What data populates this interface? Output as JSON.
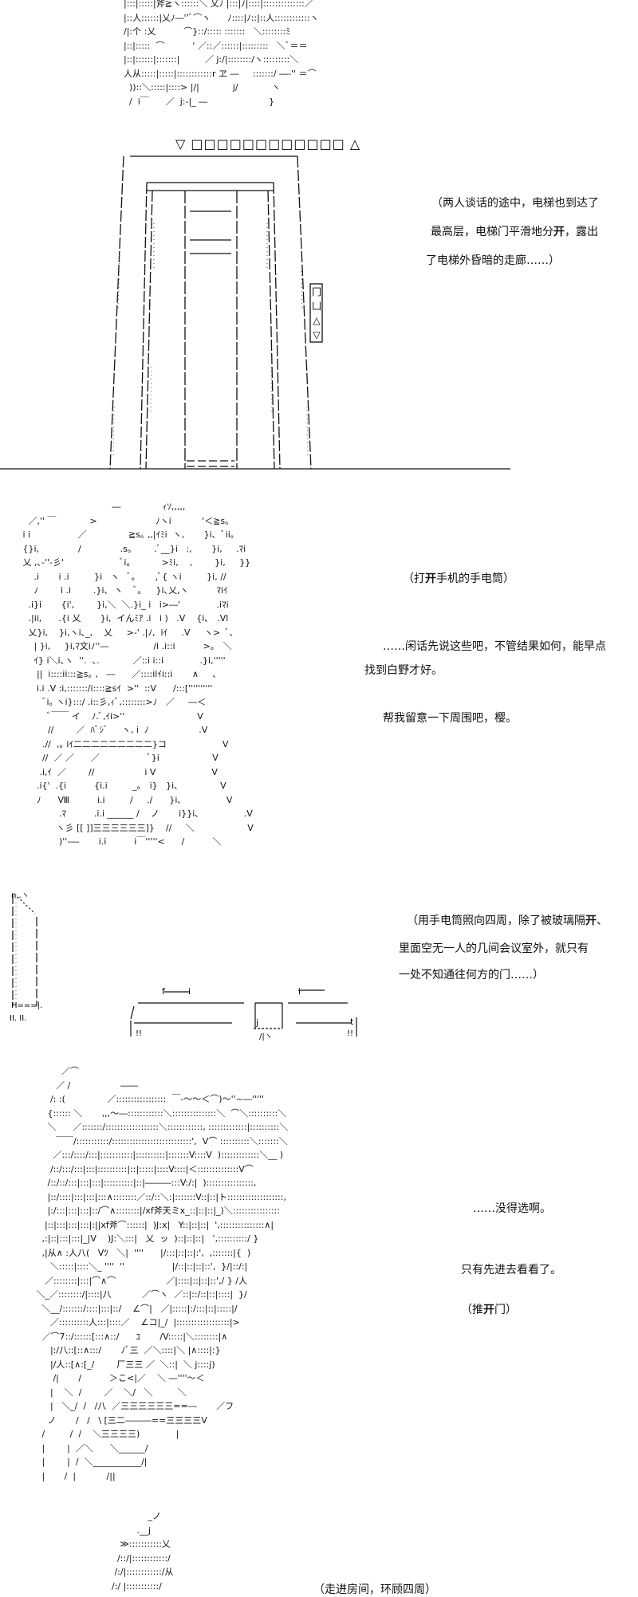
{
  "panel1": {
    "art_lines": [
      "|:::|:::::|斧≧ヽ::::::＼ 乂ﾉ |:::|ﾉ|::::|::::::::::::::／",
      "|::人::::::|乂ﾉ―''ﾞ⌒ヽ      ﾉ::::|ﾉ::|::人::::::::::::ヽ",
      "/|:个 :乂          ⌒}::/::::: :::::::   ＼::::::::ﾐ",
      "|::|:::::  ⌒          ' ／::／::::::|:::::::::   ＼ﾞ＝＝",
      "|::|::::::|:::::::|         ／ j:/|::::::::/ヽ:::::::::＼",
      "人从:::::|:::::|::::::::::::r ヱ ―     :::::::/ ―‐'' ＝⌒",
      "  ))::＼:::::|::::> |/|            j/            ヽ",
      "  /  i￣      ／  j:-|_ ―                      }"
    ]
  },
  "elevator": {
    "floor_indicator": "▽ □□□□□□□□□□□□ △",
    "call_panel": [
      "冂",
      "凵",
      "△",
      "▽"
    ]
  },
  "narration1": {
    "line1": "（两人谈话的途中，电梯也到达了",
    "line2a": "最高层，电梯门平滑地分",
    "line2b": "开",
    "line2c": "，露出",
    "line3": "了电梯外昏暗的走廊……）"
  },
  "panel2": {
    "art_lines": [
      "                                 ―               ｨｿ,,,,,",
      "   ／,'' ￣            >                     ﾉヽi           '＜≧s｡",
      " i i                 ／               ≧s｡ ,,|ｲﾐi  ヽ,       }i､  ﾞii｡",
      " {}i,              /              .s｡        .ﾞ__}i   :,       }i,     .ﾏi",
      " 乂 ,､-''‐彡'                    ﾞi｡           >ﾐi,    ,        }i,     }}",
      "     .i       i .i         }i   ヽ   ﾞ｡       ,ﾞ{ ヽi         }i, //",
      "     ﾉ        i .i        .}i､  ヽ    ﾞ｡     }i､乂,ヽ          ﾏiｲ",
      "   .i}i       {i',        }i,＼  ＼.}i_ i   i>―'             .iﾏi",
      "   .|ii,      .{i 乂       }i,  イんﾐｱ .i   i )   .V    {i､   .Vl",
      "   乂}i,    }i,ヽi､_,    乂     >‐' .|ﾉ,  iｲ     .V     ヽ>  ﾞ､",
      "     | }i,     }i,ﾏ文iﾉ''―                /i .i::i          >｡   ＼",
      "     ｲ} i＼i､ヽ  ''.  ､.            ／::i i::i             .}i,'''''",
      "      ||  i::::ii:::≧s｡ ,   ―      ／::::ilｲi::i       ∧     ､",
      "      i.i .V :i,:::::::/i::::≧sｲ  >''  ::V      /:::[''''''''''",
      "        ﾞi｡ ヽi}:::/ .i::彡,ｨﾞ,::::::::>ﾉ   ／     ―＜",
      "          ﾞ￣￣ イ    ﾉ.ﾞ,ｲi>''                          V",
      "          //        ／  ﾊﾞｼﾞ     ヽ, i  ﾉ                  .V",
      "        .//  ,｡ iｲ二二二二二二二二二}コ                    V",
      "        //  ／ ／      ／                 ﾞ}i                   V",
      "       .i,ｲ  ／        //                  i V                    V",
      "      .i{'  .{i          {i.i         _｡   i}   }i､               V",
      "      ﾉ      Ⅷ          i.i         /     ./      }i､                V",
      "              .ﾏ          .i.i ______ /    ノ       i}}i､                .V",
      "             ヽ彡 [[ ]]三三三三三三]}    //     ＼                   V",
      "              )''‐―       i.i          i￣'''''<      /          ＼"
    ]
  },
  "narration2": {
    "line1a": "（打",
    "line1b": "开",
    "line1c": "手机的手电筒）",
    "line2": "……闲话先说这些吧，不管结果如何，能早点",
    "line3": "找到白野才好。",
    "line4": "帮我留意一下周围吧，樱。"
  },
  "panel3": {
    "door_art": [
      "n..ヽ",
      "H===|.",
      "II.   II."
    ],
    "desk_art": [
      "f",
      "i",
      "i",
      "t",
      "j",
      "/|ヽ",
      "!!",
      "!!"
    ]
  },
  "narration3": {
    "line1a": "（用手电筒照向四周，除了被玻璃隔",
    "line1b": "开",
    "line1c": "、",
    "line2": "里面空无一人的几间会议室外，就只有",
    "line3": "一处不知通往何方的门……）"
  },
  "panel4": {
    "art_lines": [
      "          ／⌒",
      "        ／ /                  ――",
      "      /: :(               ／:::::::::::::::::  ￣‐～～＜⌒)～''~―'''''",
      "     {:::::: ＼       ,,,～―::::::::::::＼:::::::::::::::＼  ⌒＼::::::::::＼",
      "     ＼      ／:::::::/::::::::::::::::::＼::::::::::::, :::::::::::::|::::::::::＼",
      "        ￣￣/:::::::::::/:::::::::::::::::::::::::::',  V⌒ ::::::::::＼:::::::＼",
      "       ／:::/::::/:::|:::::::::::|::::::::::|:::::::V::::V  ):::::::::::::＼__ )",
      "      /::/:::/:::|:::|::::::::::|::|:::::|::::V::::|＜::::::::::::::V⌒",
      "     /::/::/:::|:::|:::|::::::::::|::|―――:::V:/:|  )::::::::::::::::,",
      "     |::/::::|:::|:::|:::∧::::::::／::/::＼:|:::::::V::|::|ト:::::::::::::::::::,",
      "     |:/:::|:::|:::|::/⌒∧::::::::|/xf斧天ミx_::|::|::|_)＼::::::::::::::::",
      "    |::|:::|:::|:::|:||xf斧⌒::::::|  )J:x|   Y::|::|::|  ',:::::::::::::::∧|",
      "   ,:|::|:::|:::|_|V    )J:＼:::|   乂  ッ  )::|::|::|   ',::::::::::/ }",
      "   ,|从∧ :人八(   Vﾂ   ＼|  ''''      |/:::|::|::|:',  ,:::::::|{  )",
      "      ＼:::::|::::＼_ ''''  ''                 |/::|::|::|::',  }/|::/:|",
      "    ／::::::::|:::|⌒∧⌒                  ／|::::|::|::|::',/ } /人",
      " ＼_／::::::::/|::::|八           ／⌒ヽ  ／::|::/::|::|::::|  }/",
      "   ＼__/:::::::/::::|:::|::/    ∠⌒|   ／|:::::|:/:::|::|:::::|/",
      "      ／::::::::::人:::|::::／    ∠コ|_/  |::::::::::::::::::|>",
      "   ／⌒7::/::::::[:::∧::/      ﾕ       /V:::::|＼::::::::|∧",
      "      |:/八::[::∧:::/       ﾉﾞ三  ／＼::::|＼ |∧::::|:}",
      "      |/人::[∧:[_/        厂三三 ／  ＼::|  ＼ j::::j)",
      "       /|       /          ＞こ<|／    ＼ ―''''～＜",
      "      |    ＼  /        ／    ＼/   ＼         ＼",
      "      |   ＼_/  /   /八  ／三三三三三三==―       ／フ",
      "     ノ       /   /   \\ [三二―――==三三三三V",
      "   /         /  /    ＼三三三三)             |",
      "   |        |  ／＼      ＼______/",
      "   |        |  /  ＼___________/|",
      "   |       /  |           /||"
    ]
  },
  "narration4": {
    "line1": "……没得选啊。",
    "line2": "只有先进去看看了。",
    "line3a": "（推",
    "line3b": "开",
    "line3c": "门）"
  },
  "panel5": {
    "art_lines": [
      "             _ノ",
      "         .__j",
      "   ≫:::::::::::乂",
      "  /::/|::::::::::::/",
      " /:/|::::::::::::/从",
      "/:/ |:::::::::::/"
    ]
  },
  "narration5": {
    "line1": "（走进房间，环顾四周）"
  }
}
